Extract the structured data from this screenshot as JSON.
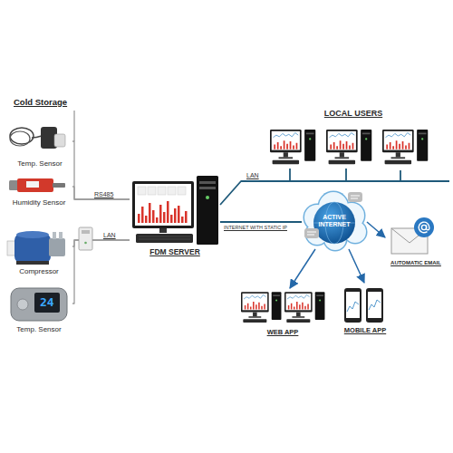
{
  "diagram": {
    "nodes": [
      {
        "text": [
          "Temp. Sensor"
        ]
      },
      {
        "text": [
          "Humidity Sensor"
        ]
      },
      {
        "text": [
          "Compressor"
        ]
      },
      {
        "text": [
          "Temp. Sensor"
        ]
      },
      {
        "text": [
          "FDM SERVER"
        ]
      },
      {
        "text": [
          "LOCAL USERS"
        ]
      },
      {
        "text": [
          "ACTIVE INTERNET"
        ]
      },
      {
        "text": [
          "AUTOMATIC EMAIL"
        ]
      },
      {
        "text": [
          "WEB APP"
        ]
      },
      {
        "text": [
          "MOBILE APP"
        ]
      }
    ],
    "edges": [
      {
        "from": 0,
        "to": 4,
        "arrow": "none"
      },
      {
        "from": 1,
        "to": 4,
        "label": "RS485",
        "arrow": "none"
      },
      {
        "from": 2,
        "to": 4,
        "label": "LAN",
        "arrow": "none"
      },
      {
        "from": 3,
        "to": 4,
        "arrow": "none"
      },
      {
        "from": 4,
        "to": 5,
        "label": "LAN",
        "arrow": "none"
      },
      {
        "from": 4,
        "to": 6,
        "label": "INTERNET WITH STATIC IP",
        "arrow": "none"
      },
      {
        "from": 6,
        "to": 7,
        "arrow": "to"
      },
      {
        "from": 6,
        "to": 8,
        "arrow": "to"
      },
      {
        "from": 6,
        "to": 9,
        "arrow": "to"
      }
    ],
    "labels": [
      "Cold Storage",
      "24"
    ]
  }
}
